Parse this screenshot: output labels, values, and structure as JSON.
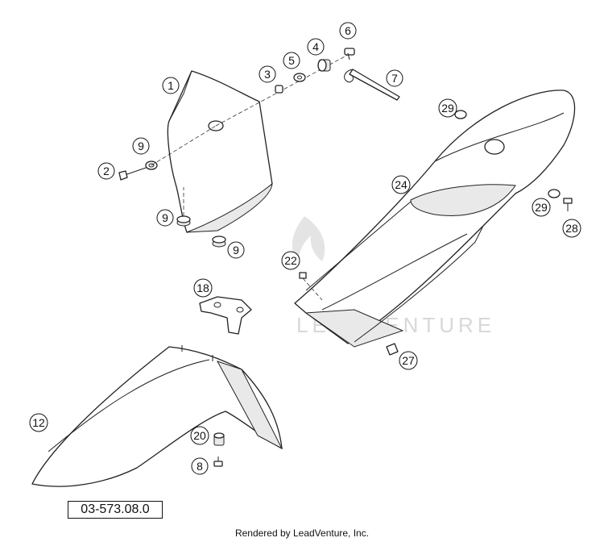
{
  "diagram": {
    "reference_number": "03-573.08.0",
    "credit": "Rendered by LeadVenture, Inc.",
    "watermark": "LEADVENTURE"
  },
  "callouts": [
    {
      "id": "c1",
      "label": "1"
    },
    {
      "id": "c2",
      "label": "2"
    },
    {
      "id": "c3",
      "label": "3"
    },
    {
      "id": "c4",
      "label": "4"
    },
    {
      "id": "c5",
      "label": "5"
    },
    {
      "id": "c6",
      "label": "6"
    },
    {
      "id": "c7",
      "label": "7"
    },
    {
      "id": "c8",
      "label": "8"
    },
    {
      "id": "c9a",
      "label": "9"
    },
    {
      "id": "c9b",
      "label": "9"
    },
    {
      "id": "c9c",
      "label": "9"
    },
    {
      "id": "c12",
      "label": "12"
    },
    {
      "id": "c18",
      "label": "18"
    },
    {
      "id": "c20",
      "label": "20"
    },
    {
      "id": "c22",
      "label": "22"
    },
    {
      "id": "c24",
      "label": "24"
    },
    {
      "id": "c27",
      "label": "27"
    },
    {
      "id": "c28",
      "label": "28"
    },
    {
      "id": "c29a",
      "label": "29"
    },
    {
      "id": "c29b",
      "label": "29"
    }
  ]
}
